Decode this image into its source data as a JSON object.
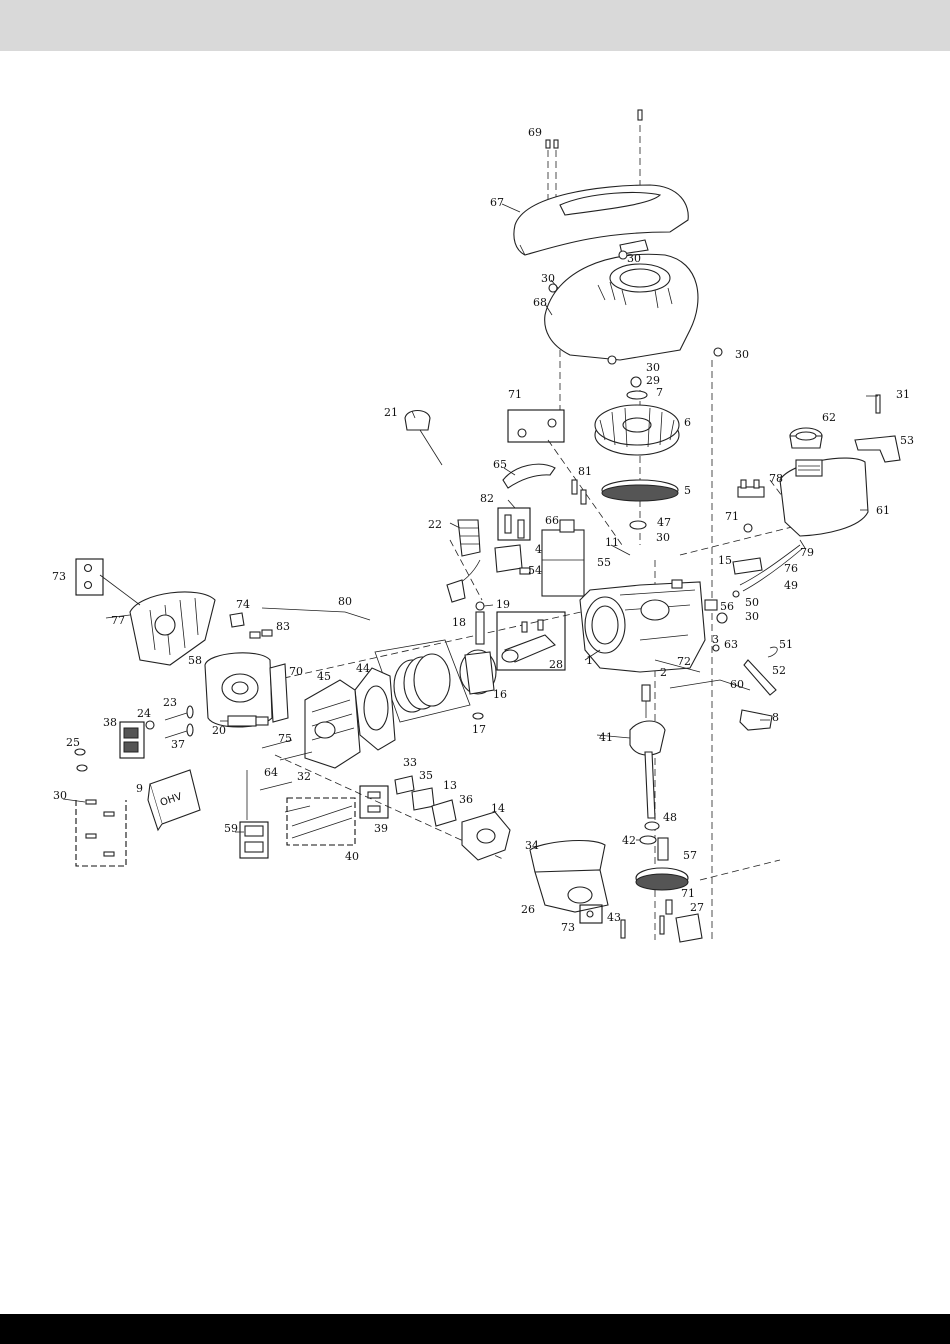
{
  "diagram": {
    "callouts": [
      {
        "id": "69",
        "text": "69"
      },
      {
        "id": "67",
        "text": "67"
      },
      {
        "id": "30a",
        "text": "30"
      },
      {
        "id": "30b",
        "text": "30"
      },
      {
        "id": "68",
        "text": "68"
      },
      {
        "id": "30c",
        "text": "30"
      },
      {
        "id": "30d",
        "text": "30"
      },
      {
        "id": "29",
        "text": "29"
      },
      {
        "id": "7",
        "text": "7"
      },
      {
        "id": "71a",
        "text": "71"
      },
      {
        "id": "6",
        "text": "6"
      },
      {
        "id": "21",
        "text": "21"
      },
      {
        "id": "65",
        "text": "65"
      },
      {
        "id": "81",
        "text": "81"
      },
      {
        "id": "5",
        "text": "5"
      },
      {
        "id": "82",
        "text": "82"
      },
      {
        "id": "22",
        "text": "22"
      },
      {
        "id": "66",
        "text": "66"
      },
      {
        "id": "47",
        "text": "47"
      },
      {
        "id": "30e",
        "text": "30"
      },
      {
        "id": "11",
        "text": "11"
      },
      {
        "id": "4",
        "text": "4"
      },
      {
        "id": "54",
        "text": "54"
      },
      {
        "id": "55",
        "text": "55"
      },
      {
        "id": "31",
        "text": "31"
      },
      {
        "id": "62",
        "text": "62"
      },
      {
        "id": "53",
        "text": "53"
      },
      {
        "id": "78",
        "text": "78"
      },
      {
        "id": "61",
        "text": "61"
      },
      {
        "id": "71b",
        "text": "71"
      },
      {
        "id": "79",
        "text": "79"
      },
      {
        "id": "15",
        "text": "15"
      },
      {
        "id": "76",
        "text": "76"
      },
      {
        "id": "49",
        "text": "49"
      },
      {
        "id": "50",
        "text": "50"
      },
      {
        "id": "56",
        "text": "56"
      },
      {
        "id": "30f",
        "text": "30"
      },
      {
        "id": "73a",
        "text": "73"
      },
      {
        "id": "77",
        "text": "77"
      },
      {
        "id": "74",
        "text": "74"
      },
      {
        "id": "80",
        "text": "80"
      },
      {
        "id": "83",
        "text": "83"
      },
      {
        "id": "19",
        "text": "19"
      },
      {
        "id": "18",
        "text": "18"
      },
      {
        "id": "28",
        "text": "28"
      },
      {
        "id": "1",
        "text": "1"
      },
      {
        "id": "3",
        "text": "3"
      },
      {
        "id": "63",
        "text": "63"
      },
      {
        "id": "51",
        "text": "51"
      },
      {
        "id": "52",
        "text": "52"
      },
      {
        "id": "72",
        "text": "72"
      },
      {
        "id": "2",
        "text": "2"
      },
      {
        "id": "60",
        "text": "60"
      },
      {
        "id": "58",
        "text": "58"
      },
      {
        "id": "70",
        "text": "70"
      },
      {
        "id": "45",
        "text": "45"
      },
      {
        "id": "44",
        "text": "44"
      },
      {
        "id": "16",
        "text": "16"
      },
      {
        "id": "17",
        "text": "17"
      },
      {
        "id": "20",
        "text": "20"
      },
      {
        "id": "75",
        "text": "75"
      },
      {
        "id": "23",
        "text": "23"
      },
      {
        "id": "24",
        "text": "24"
      },
      {
        "id": "38",
        "text": "38"
      },
      {
        "id": "37",
        "text": "37"
      },
      {
        "id": "25",
        "text": "25"
      },
      {
        "id": "8",
        "text": "8"
      },
      {
        "id": "41",
        "text": "41"
      },
      {
        "id": "64",
        "text": "64"
      },
      {
        "id": "32",
        "text": "32"
      },
      {
        "id": "33",
        "text": "33"
      },
      {
        "id": "35",
        "text": "35"
      },
      {
        "id": "13",
        "text": "13"
      },
      {
        "id": "9",
        "text": "9"
      },
      {
        "id": "30g",
        "text": "30"
      },
      {
        "id": "59",
        "text": "59"
      },
      {
        "id": "36",
        "text": "36"
      },
      {
        "id": "39",
        "text": "39"
      },
      {
        "id": "14",
        "text": "14"
      },
      {
        "id": "40",
        "text": "40"
      },
      {
        "id": "48",
        "text": "48"
      },
      {
        "id": "42",
        "text": "42"
      },
      {
        "id": "57",
        "text": "57"
      },
      {
        "id": "34",
        "text": "34"
      },
      {
        "id": "26",
        "text": "26"
      },
      {
        "id": "71c",
        "text": "71"
      },
      {
        "id": "27",
        "text": "27"
      },
      {
        "id": "43",
        "text": "43"
      },
      {
        "id": "73b",
        "text": "73"
      }
    ],
    "decal_text": "OHV"
  },
  "colors": {
    "header_band": "#d9d9d9",
    "footer_band": "#000000",
    "ink": "#222222"
  }
}
